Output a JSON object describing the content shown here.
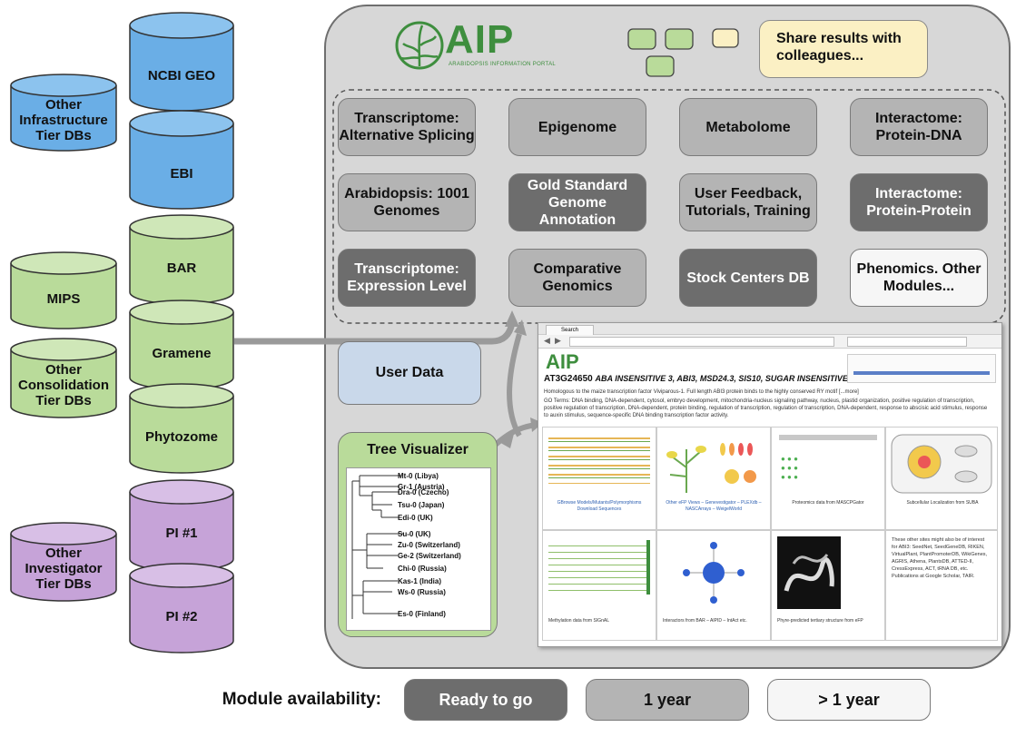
{
  "colors": {
    "blue": "#6aaee6",
    "green": "#b9db9a",
    "purple": "#c6a3d8",
    "ready": "#6d6d6d",
    "year": "#b4b4b4",
    "later": "#f6f6f6",
    "user_data": "#c9d8ea",
    "share": "#fbf0c4"
  },
  "tiers": {
    "infrastructure": {
      "ring_label": "Other Infrastructure Tier DBs",
      "dbs": [
        "NCBI GEO",
        "EBI"
      ]
    },
    "consolidation": {
      "ring_label": "Other Consolidation Tier DBs",
      "dbs": [
        "BAR",
        "MIPS",
        "Gramene",
        "Phytozome"
      ]
    },
    "investigator": {
      "ring_label": "Other Investigator Tier DBs",
      "dbs": [
        "PI #1",
        "PI #2"
      ]
    }
  },
  "logo": {
    "name": "AIP",
    "subtitle": "ARABIDOPSIS INFORMATION PORTAL"
  },
  "share_note": "Share results with colleagues...",
  "modules": [
    {
      "label": "Transcriptome: Alternative Splicing",
      "status": "1 year"
    },
    {
      "label": "Epigenome",
      "status": "1 year"
    },
    {
      "label": "Metabolome",
      "status": "1 year"
    },
    {
      "label": "Interactome: Protein-DNA",
      "status": "1 year"
    },
    {
      "label": "Arabidopsis: 1001 Genomes",
      "status": "1 year"
    },
    {
      "label": "Gold Standard Genome Annotation",
      "status": "Ready to go"
    },
    {
      "label": "User Feedback, Tutorials, Training",
      "status": "1 year"
    },
    {
      "label": "Interactome: Protein-Protein",
      "status": "Ready to go"
    },
    {
      "label": "Transcriptome: Expression Level",
      "status": "Ready to go"
    },
    {
      "label": "Comparative Genomics",
      "status": "1 year"
    },
    {
      "label": "Stock Centers DB",
      "status": "Ready to go"
    },
    {
      "label": "Phenomics. Other Modules...",
      "status": "> 1 year"
    }
  ],
  "user_data": "User Data",
  "tree": {
    "title": "Tree Visualizer",
    "leaves": [
      "Mt-0 (Libya)",
      "Gr-1 (Austria)",
      "Dra-0 (Czecho)",
      "Tsu-0 (Japan)",
      "Edi-0 (UK)",
      "Su-0 (UK)",
      "Zu-0 (Switzerland)",
      "Ge-2 (Switzerland)",
      "Chi-0 (Russia)",
      "Kas-1 (India)",
      "Ws-0 (Russia)",
      "Es-0 (Finland)"
    ]
  },
  "browser": {
    "tab": "Search",
    "logo": "AIP",
    "gene_id": "AT3G24650",
    "gene_names": "ABA INSENSITIVE 3, ABI3, MSD24.3, SIS10, SUGAR INSENSITIVE 10",
    "description": "Homologous to the maize transcription factor Viviparous-1. Full length ABI3 protein binds to the highly conserved RY motif [...more]",
    "go_terms": "GO Terms: DNA binding, DNA-dependent, cytosol, embryo development, mitochondria-nucleus signaling pathway, nucleus, plastid organization, positive regulation of transcription, positive regulation of transcription, DNA-dependent, protein binding, regulation of transcription, regulation of transcription, DNA-dependent, response to abscisic acid stimulus, response to auxin stimulus, sequence-specific DNA binding transcription factor activity.",
    "captions": [
      "GBrowse Models/Mutants/Polymorphisms Download Sequences",
      "Other eFP Views – Genevestigator – PLEXdb – NASCArrays – WeigelWorld",
      "Proteomics data from MASCPGator",
      "Subcellular Localization from SUBA",
      "Methylation data from SIGnAL",
      "Interactors from BAR – AIPID – IntAct etc.",
      "Phyre-predicted tertiary structure from eFP",
      "These other sites might also be of interest for ABI3: SeedNet, SeedGeneDB, RIKEN, VirtualPlant, PlantPromoterDB, WikiGenes, AGRIS, Athena, PlantsDB, ATTED-II, CressExpress, ACT, tRNA DB, etc. Publications at Google Scholar, TAIR."
    ]
  },
  "legend": {
    "title": "Module availability:",
    "items": [
      "Ready to go",
      "1 year",
      "> 1 year"
    ]
  }
}
